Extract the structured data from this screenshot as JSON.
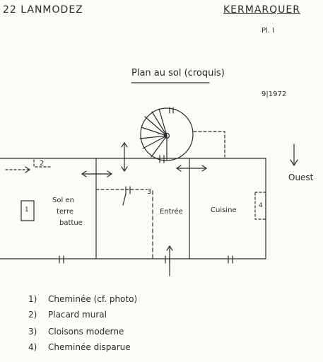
{
  "header": {
    "left": "22 LANMODEZ",
    "right": "KERMARQUER",
    "plate": "Pl. I"
  },
  "title": "Plan au sol (croquis)",
  "date": "9|1972",
  "compass": {
    "label": "Ouest"
  },
  "rooms": {
    "left": [
      "Sol en",
      "terre",
      "battue"
    ],
    "entry": "Entrée",
    "kitchen": "Cuisine"
  },
  "markers": {
    "m1": "1",
    "m2": "2",
    "m3": "3",
    "m4": "4"
  },
  "legend": [
    {
      "num": "1)",
      "text": "Cheminée (cf. photo)"
    },
    {
      "num": "2)",
      "text": "Placard mural"
    },
    {
      "num": "3)",
      "text": "Cloisons moderne"
    },
    {
      "num": "4)",
      "text": "Cheminée disparue"
    }
  ],
  "colors": {
    "ink": "#2a2a2a",
    "paper": "#fbfbf8"
  }
}
